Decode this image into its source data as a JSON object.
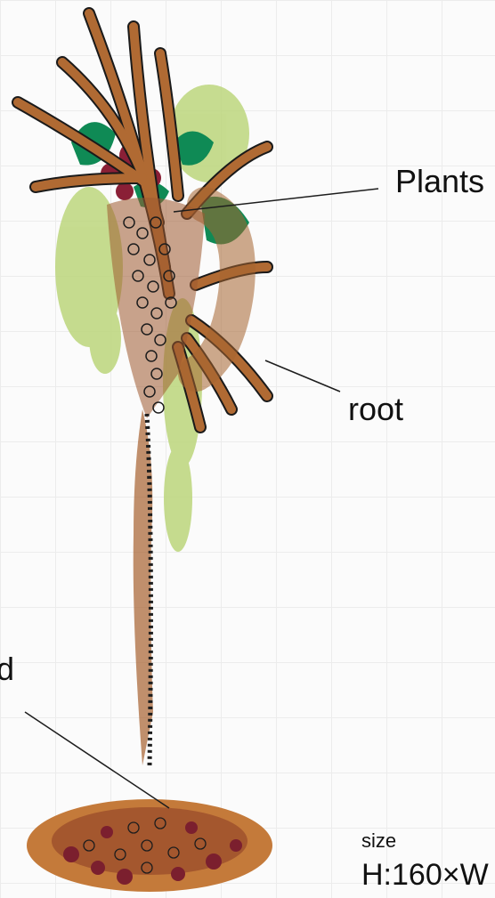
{
  "labels": {
    "plants": "Plants",
    "root": "root",
    "pod_partial": "od",
    "size_title": "size",
    "size_value": "H:160×W"
  },
  "colors": {
    "paper": "#fbfbfb",
    "grid": "#ececec",
    "stem_brown": "#b86b2e",
    "root_brown": "#a66530",
    "maroon": "#7b1f2e",
    "leaf_green": "#0e8a55",
    "moss_green": "#b9d37a",
    "ink": "#111111"
  }
}
